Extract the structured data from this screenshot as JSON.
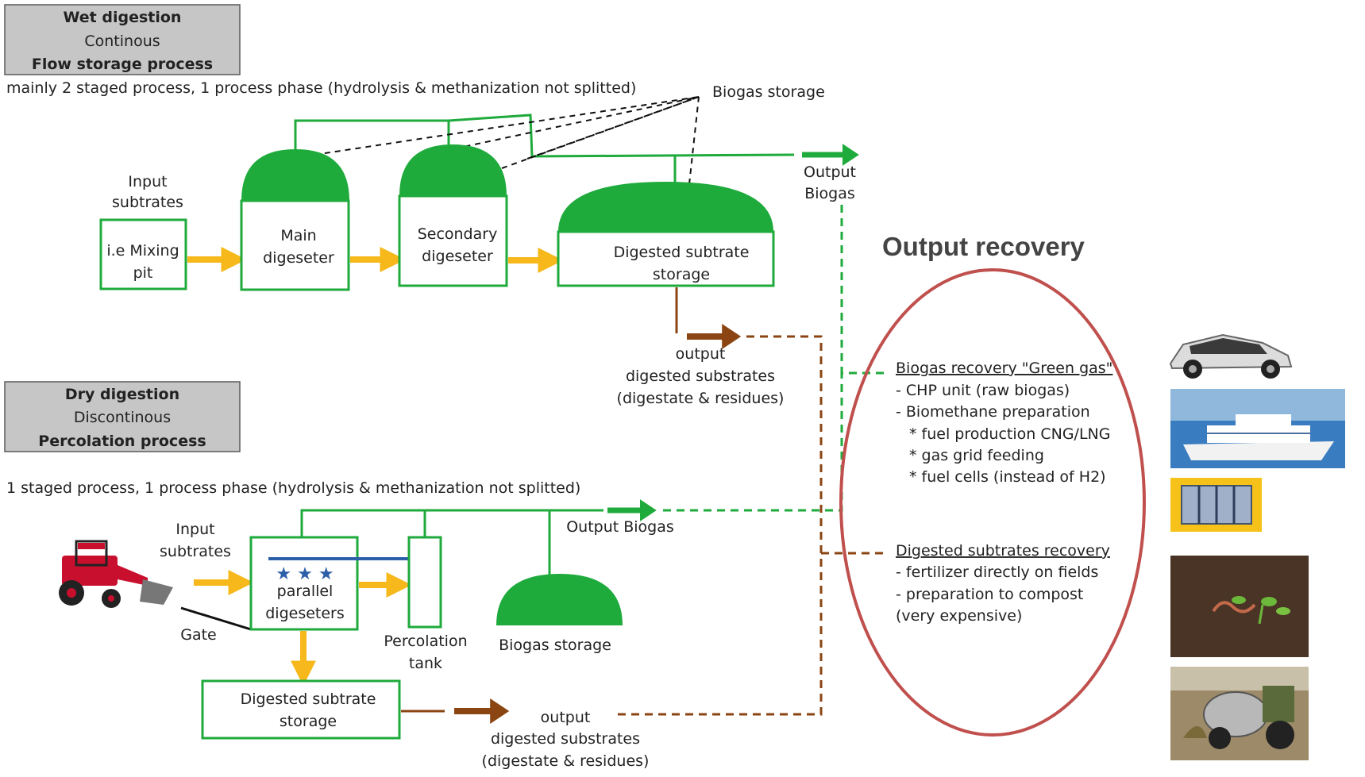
{
  "wet": {
    "header": {
      "line1": "Wet digestion",
      "line2": "Continous",
      "line3": "Flow storage process"
    },
    "subtitle": "mainly 2 staged process, 1 process phase (hydrolysis & methanization not splitted)",
    "biogas_storage": "Biogas storage",
    "output_biogas": [
      "Output",
      "Biogas"
    ],
    "input": [
      "Input",
      "subtrates"
    ],
    "mixing_pit": [
      "i.e Mixing",
      "pit"
    ],
    "main_digester": [
      "Main",
      "digeseter"
    ],
    "secondary_digester": [
      "Secondary",
      "digeseter"
    ],
    "digested_storage": [
      "Digested subtrate",
      "storage"
    ],
    "output_digested": [
      "output",
      "digested substrates",
      "(digestate & residues)"
    ]
  },
  "dry": {
    "header": {
      "line1": "Dry digestion",
      "line2": "Discontinous",
      "line3": "Percolation process"
    },
    "subtitle": "1 staged process, 1 process phase (hydrolysis & methanization not splitted)",
    "input": [
      "Input",
      "subtrates"
    ],
    "gate": "Gate",
    "parallel_digesters": [
      "parallel",
      "digeseters"
    ],
    "stars": "★ ★ ★",
    "percolation_tank": [
      "Percolation",
      "tank"
    ],
    "output_biogas": "Output Biogas",
    "biogas_storage": "Biogas storage",
    "digested_storage": [
      "Digested subtrate",
      "storage"
    ],
    "output_digested": [
      "output",
      "digested substrates",
      "(digestate & residues)"
    ]
  },
  "recovery": {
    "title": "Output recovery",
    "biogas_heading": "Biogas recovery \"Green gas\"",
    "biogas_items": [
      "- CHP unit (raw biogas)",
      "- Biomethane preparation",
      "* fuel production CNG/LNG",
      "* gas grid feeding",
      "* fuel cells  (instead of  H2)"
    ],
    "digested_heading": "Digested subtrates recovery",
    "digested_items": [
      "- fertilizer directly on fields",
      "- preparation to compost",
      "(very expensive)"
    ]
  },
  "colors": {
    "green": "#1faa3c",
    "orange": "#f6b81a",
    "brown": "#8b4513",
    "ellipse": "#c0504d",
    "header_grey": "#c6c6c6"
  },
  "images": [
    "car-photo",
    "cruise-ship-photo",
    "fuel-cell-photo",
    "seedling-soil-photo",
    "tractor-spreading-photo"
  ]
}
